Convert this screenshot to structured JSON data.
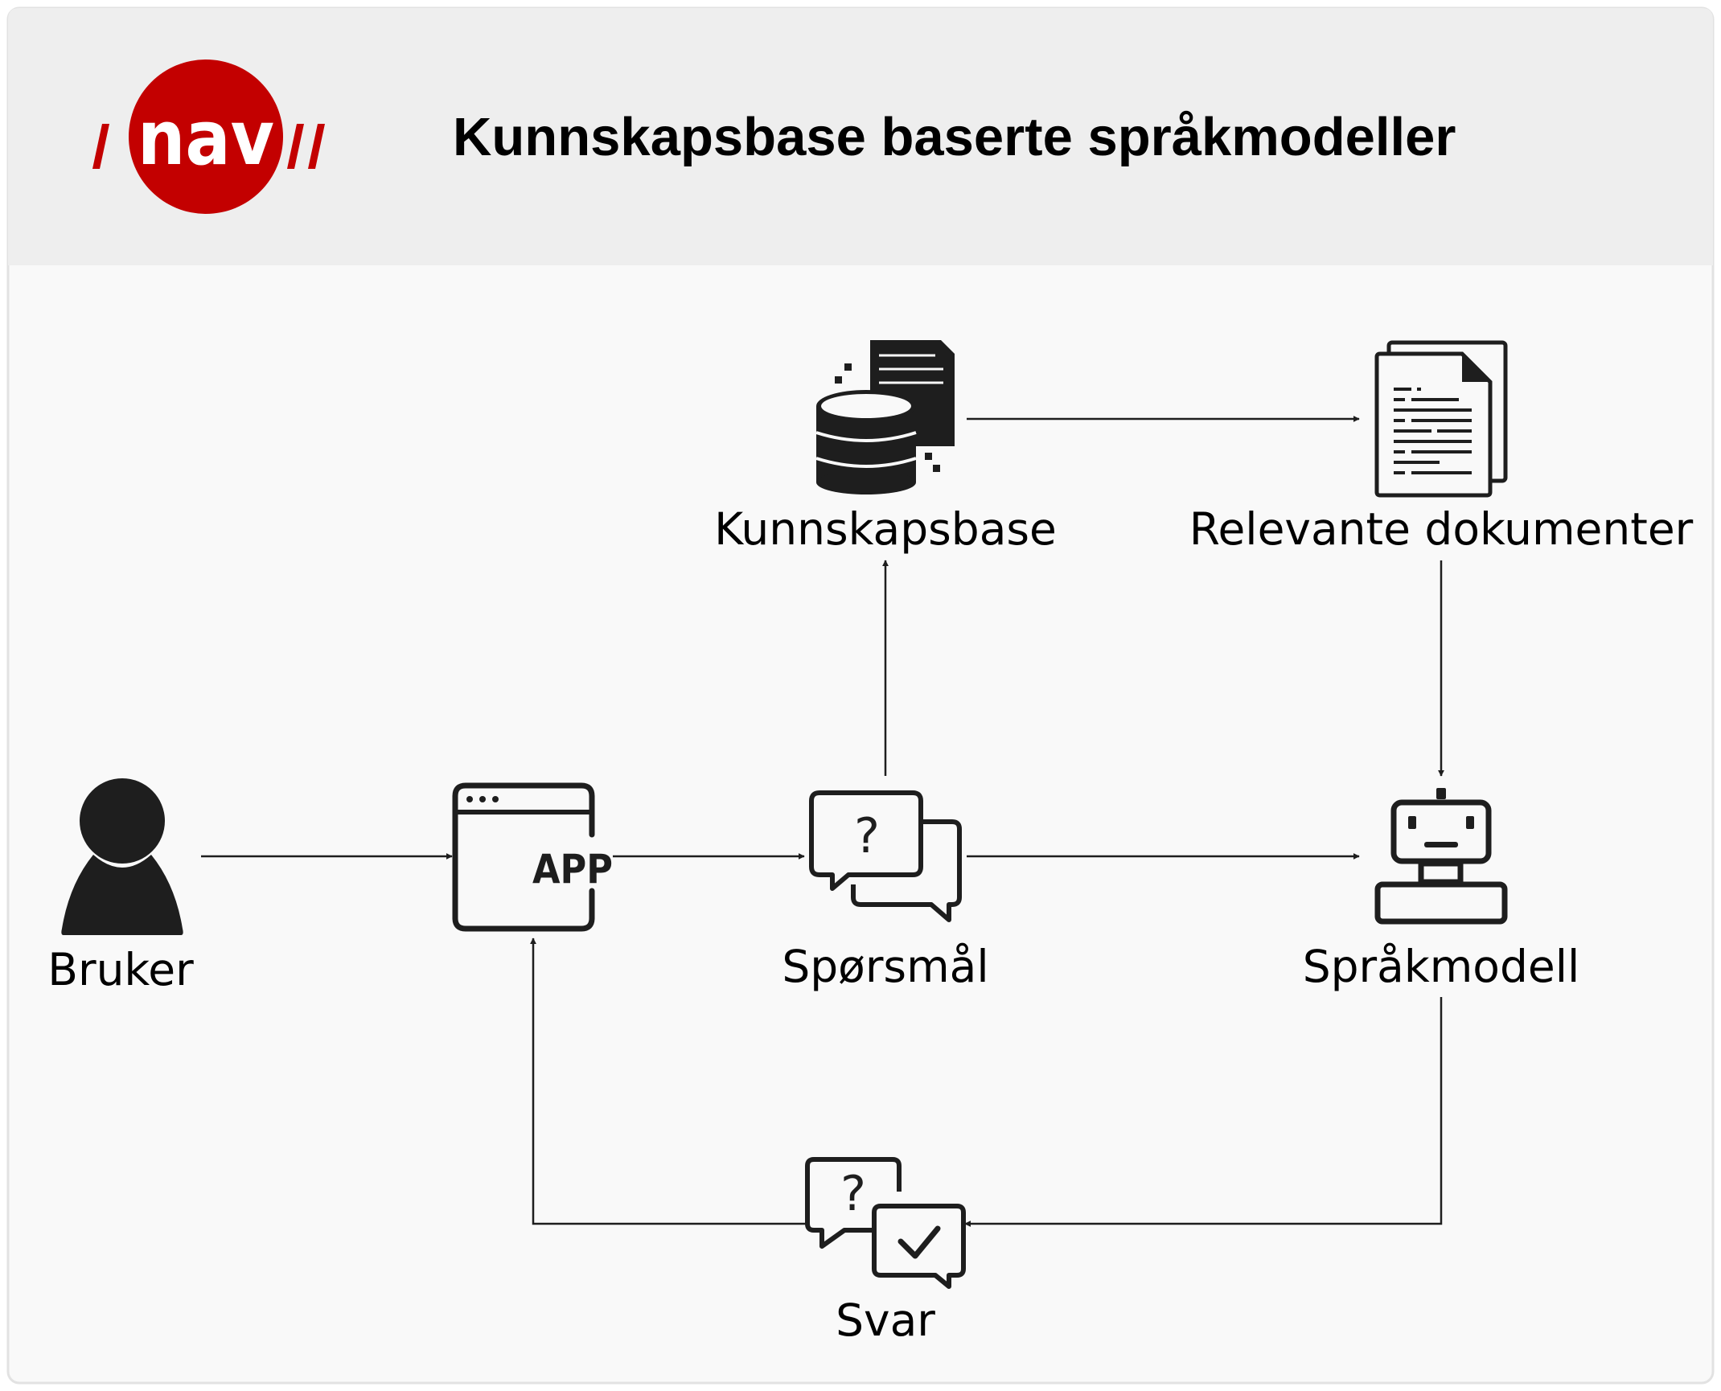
{
  "header": {
    "title": "Kunnskapsbase baserte språkmodeller",
    "logo_text": "nav"
  },
  "nodes": {
    "bruker": "Bruker",
    "app": "APP",
    "sporsmal": "Spørsmål",
    "kunnskapsbase": "Kunnskapsbase",
    "relevante_dokumenter": "Relevante dokumenter",
    "sprakmodell": "Språkmodell",
    "svar": "Svar"
  },
  "colors": {
    "brand_red": "#c30000",
    "header_bg": "#eeeeee",
    "canvas_bg": "#f9f9f9",
    "ink": "#1e1e1e"
  }
}
